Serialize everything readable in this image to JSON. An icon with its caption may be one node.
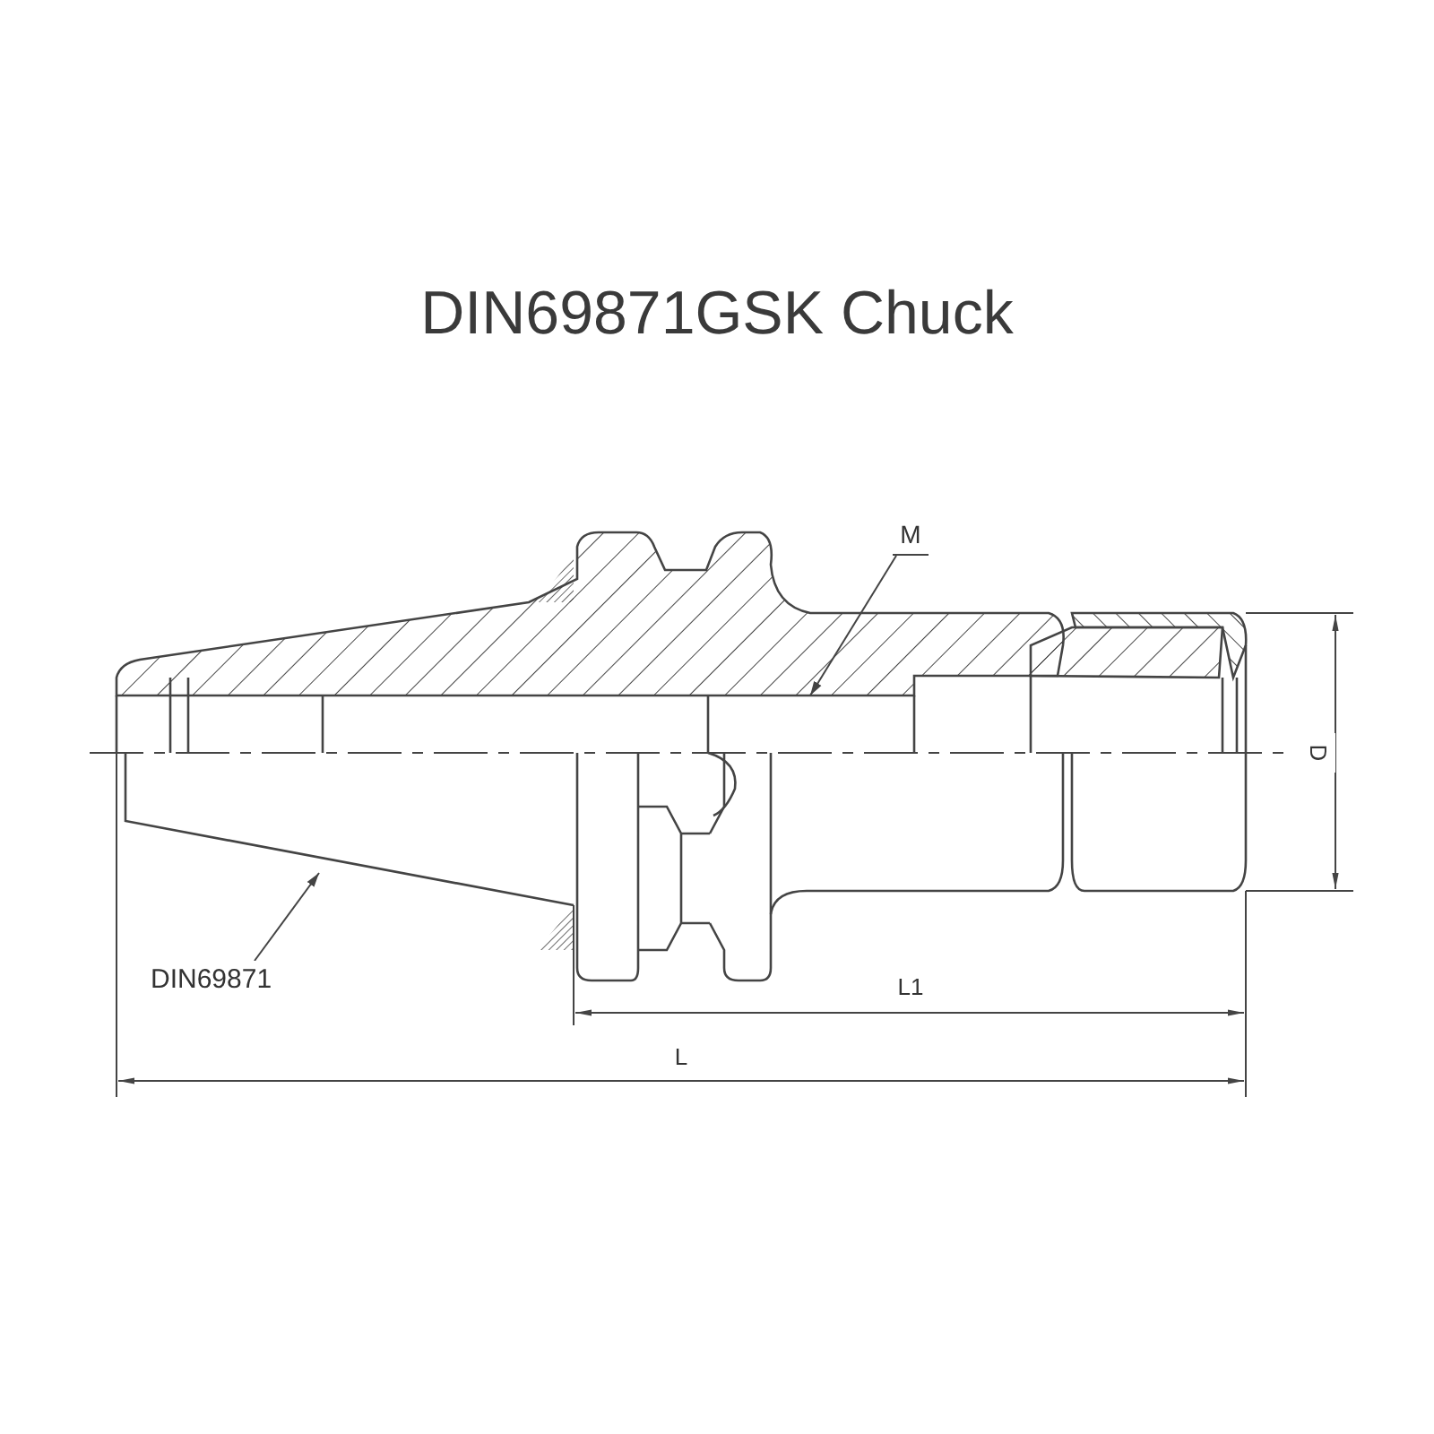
{
  "diagram": {
    "title": "DIN69871GSK Chuck",
    "nodes": [
      {
        "text": [
          "M"
        ]
      },
      {
        "text": [
          "DIN69871"
        ]
      }
    ],
    "edges": [
      {
        "from": 0,
        "to": null,
        "arrow": "to"
      },
      {
        "from": 1,
        "to": null,
        "arrow": "to"
      }
    ],
    "labels": [
      "D",
      "L1",
      "L"
    ]
  }
}
